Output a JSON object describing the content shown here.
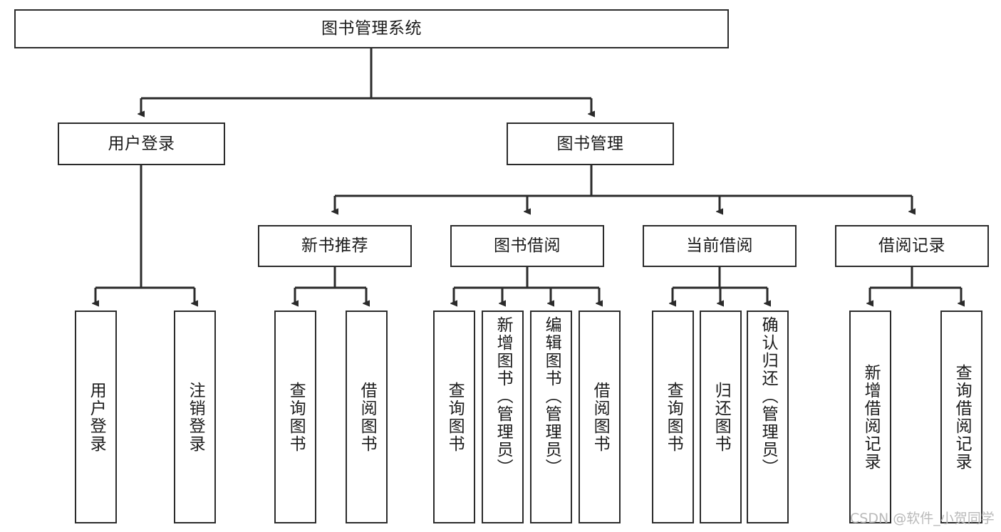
{
  "diagram": {
    "title": "图书管理系统",
    "type": "tree-hierarchy-diagram",
    "watermark": "CSDN @软件_小贺同学",
    "colors": {
      "box_border": "#2b2b2b",
      "box_fill": "#ffffff",
      "edge": "#2b2b2b",
      "text": "#1b1b1b",
      "watermark": "#b9b9b9",
      "background": "#ffffff"
    },
    "root": {
      "label": "图书管理系统"
    },
    "level2": [
      {
        "key": "user_login",
        "label": "用户登录"
      },
      {
        "key": "book_manage",
        "label": "图书管理"
      }
    ],
    "level3": [
      {
        "key": "new_book_rec",
        "label": "新书推荐"
      },
      {
        "key": "book_borrow",
        "label": "图书借阅"
      },
      {
        "key": "current_borrow",
        "label": "当前借阅"
      },
      {
        "key": "borrow_record",
        "label": "借阅记录"
      }
    ],
    "leaves": {
      "user_login": [
        {
          "key": "login",
          "label": "用户登录"
        },
        {
          "key": "logout",
          "label": "注销登录"
        }
      ],
      "new_book_rec": [
        {
          "key": "query_book_1",
          "label": "查询图书"
        },
        {
          "key": "borrow_book_1",
          "label": "借阅图书"
        }
      ],
      "book_borrow": [
        {
          "key": "query_book_2",
          "label": "查询图书"
        },
        {
          "key": "add_book",
          "label": "新增图书（管理员）"
        },
        {
          "key": "edit_book",
          "label": "编辑图书（管理员）"
        },
        {
          "key": "borrow_book_2",
          "label": "借阅图书"
        }
      ],
      "current_borrow": [
        {
          "key": "query_book_3",
          "label": "查询图书"
        },
        {
          "key": "return_book",
          "label": "归还图书"
        },
        {
          "key": "confirm_return",
          "label": "确认归还（管理员）"
        }
      ],
      "borrow_record": [
        {
          "key": "add_record",
          "label": "新增借阅记录"
        },
        {
          "key": "query_record",
          "label": "查询借阅记录"
        }
      ]
    }
  }
}
